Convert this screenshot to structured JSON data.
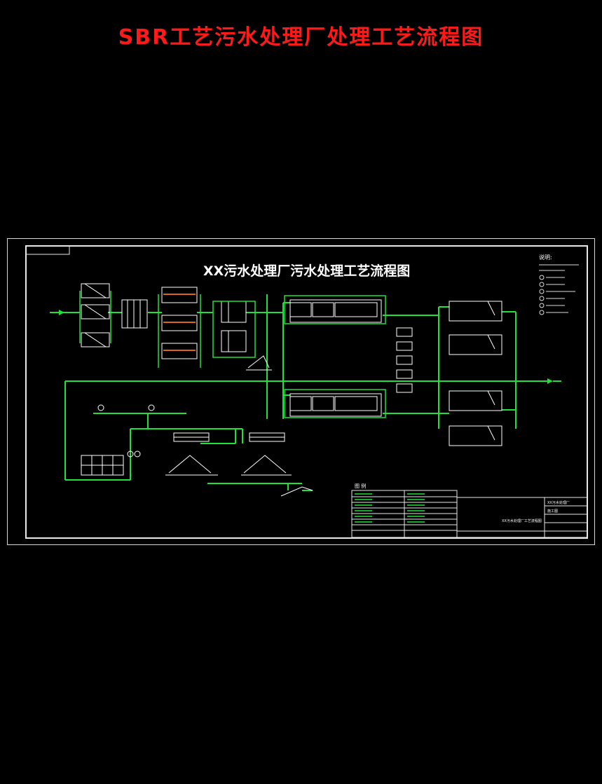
{
  "page": {
    "title": "SBR工艺污水处理厂处理工艺流程图"
  },
  "drawing": {
    "title": "XX污水处理厂污水处理工艺流程图",
    "notes_heading": "说明:",
    "legend_heading": "图    例",
    "title_block": {
      "project": "XX污水处理厂",
      "drawing_name": "XX污水处理厂工艺流程图",
      "stage": "施工图"
    }
  },
  "colors": {
    "background": "#000000",
    "page_title": "#ff1a1a",
    "pipe": "#22e03a",
    "frame": "#e8e8e8",
    "equipment": "#ffffff"
  }
}
